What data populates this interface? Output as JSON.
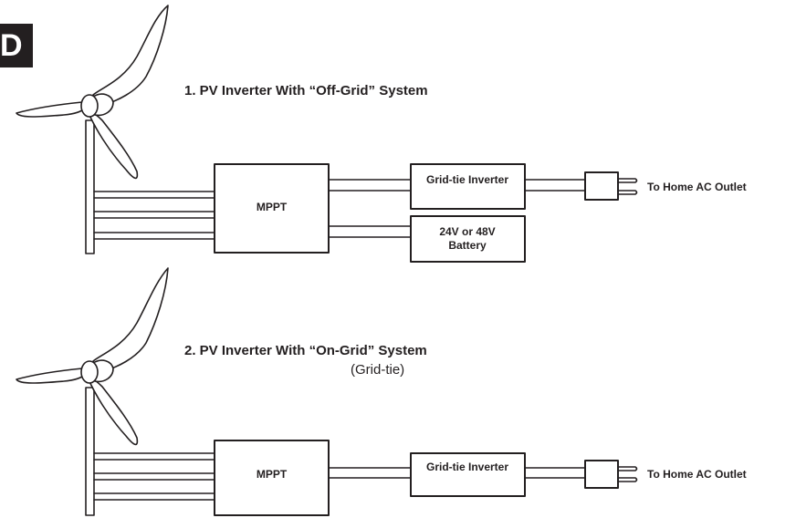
{
  "section_tab": "D",
  "system1": {
    "title": "1. PV Inverter With “Off-Grid” System",
    "mppt_label": "MPPT",
    "inverter_label": "Grid-tie Inverter",
    "battery_label": "24V or 48V Battery",
    "outlet_label": "To Home AC Outlet"
  },
  "system2": {
    "title": "2. PV Inverter With “On-Grid” System",
    "subtitle": "(Grid-tie)",
    "mppt_label": "MPPT",
    "inverter_label": "Grid-tie Inverter",
    "outlet_label": "To Home AC Outlet"
  },
  "colors": {
    "ink": "#231f20",
    "turbine_fill": "#ffffff"
  },
  "icons": [
    "wind-turbine-icon",
    "ac-plug-icon"
  ]
}
